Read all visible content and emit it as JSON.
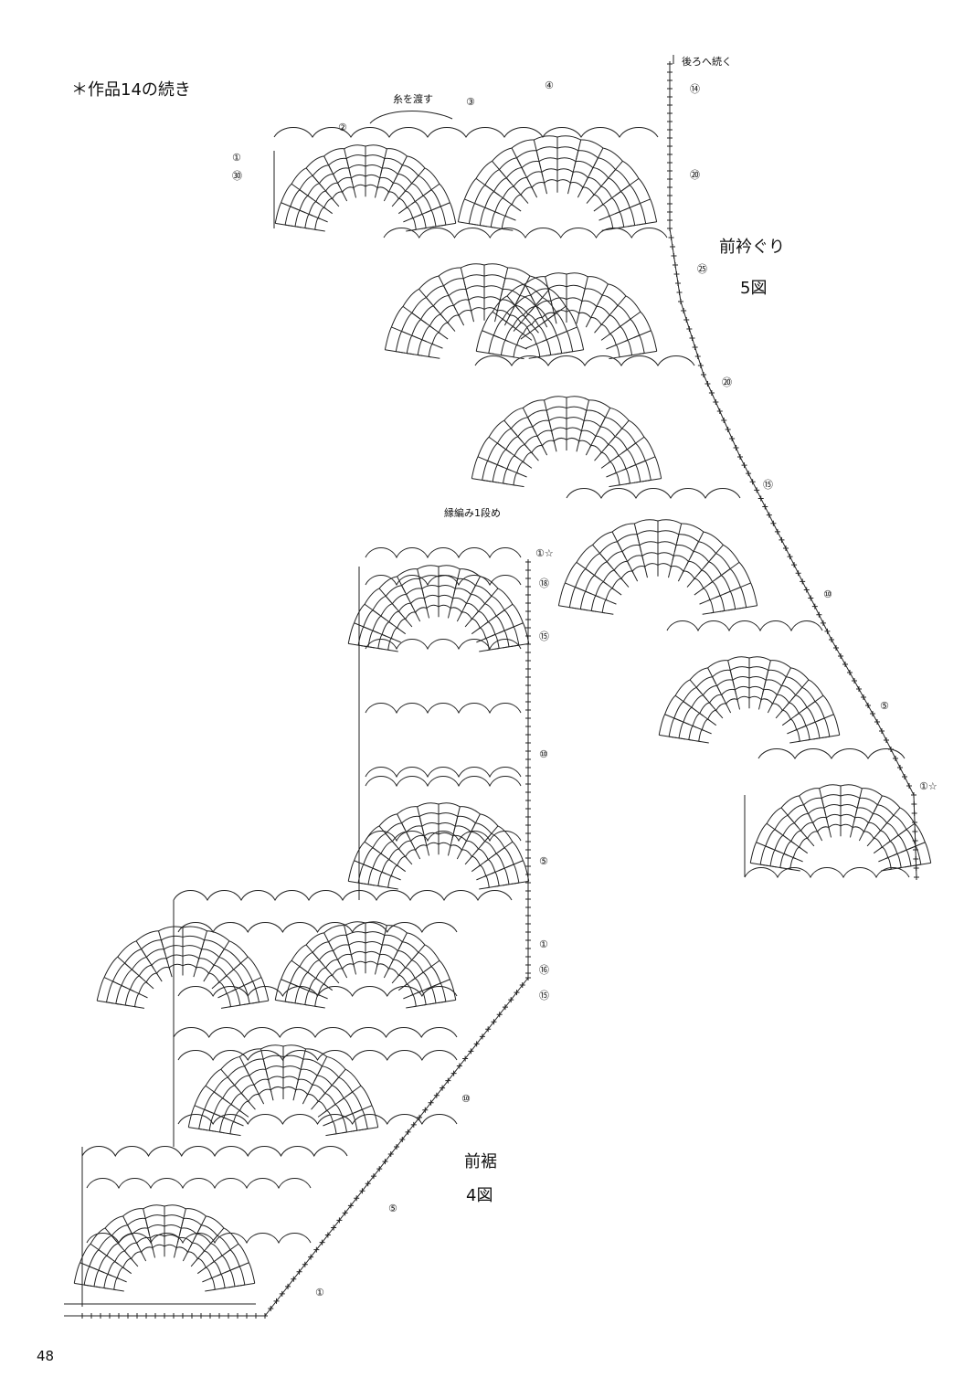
{
  "header": "＊作品14の続き",
  "page_number": "48",
  "collar": {
    "title": "前衿ぐり",
    "figure": "5図",
    "note_continue": "後ろへ続く",
    "note_yarn": "糸を渡す",
    "row_labels": [
      "⑭",
      "⑳",
      "㉕",
      "⑳",
      "⑮",
      "⑩",
      "⑤",
      "①☆"
    ],
    "top_markers": [
      "①",
      "㉚",
      "②",
      "③",
      "④"
    ]
  },
  "hem": {
    "title": "前裾",
    "figure": "4図",
    "note_edging": "縁編み1段め",
    "row_labels": [
      "①☆",
      "⑱",
      "⑮",
      "⑩",
      "⑤",
      "①",
      "⑯",
      "⑮",
      "⑩",
      "⑤",
      "①"
    ]
  }
}
